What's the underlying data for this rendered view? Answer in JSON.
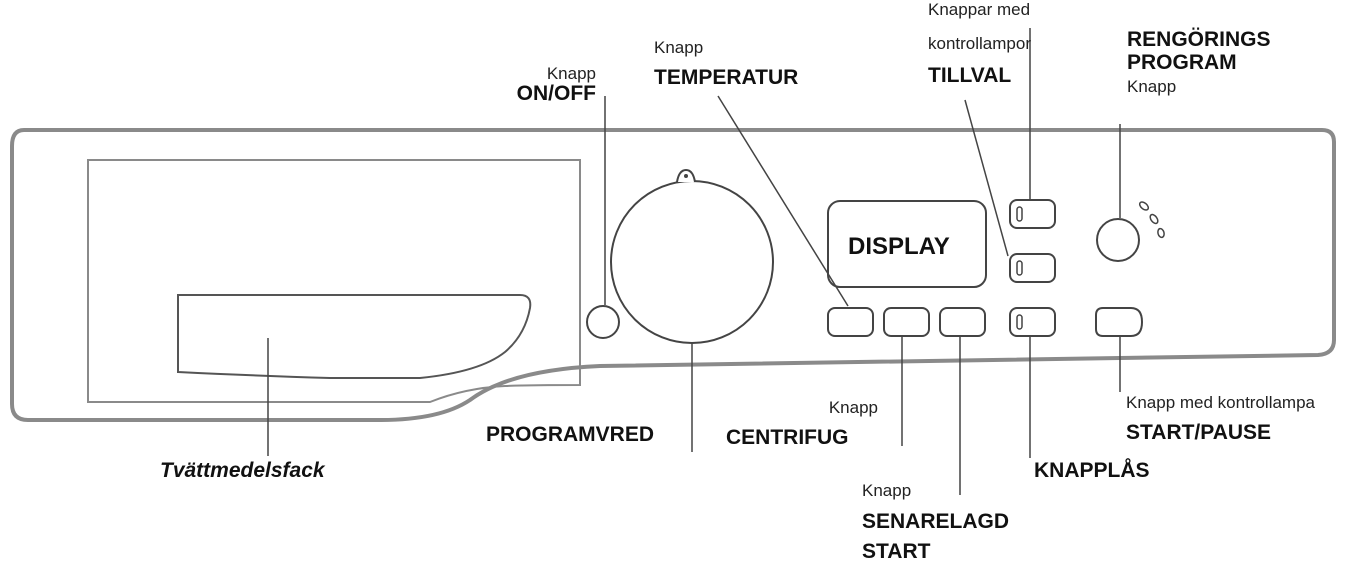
{
  "labels": {
    "knapp": "Knapp",
    "on_off": "ON/OFF",
    "temperatur": "TEMPERATUR",
    "knappar_med": "Knappar med",
    "kontrollampor": "kontrollampor",
    "tillval": "TILLVAL",
    "rengorings": "RENGÖRINGS",
    "program": "PROGRAM",
    "display": "DISPLAY",
    "programvred": "PROGRAMVRED",
    "centrifug": "CENTRIFUG",
    "senarelagd": "SENARELAGD",
    "start": "START",
    "knapplas": "KNAPPLÅS",
    "knapp_med_kontrollampa": "Knapp med kontrollampa",
    "start_pause": "START/PAUSE",
    "tvattmedelsfack": "Tvättmedelsfack"
  },
  "colors": {
    "outline": "#8a8a8a",
    "leader": "#444444",
    "text": "#111111"
  }
}
